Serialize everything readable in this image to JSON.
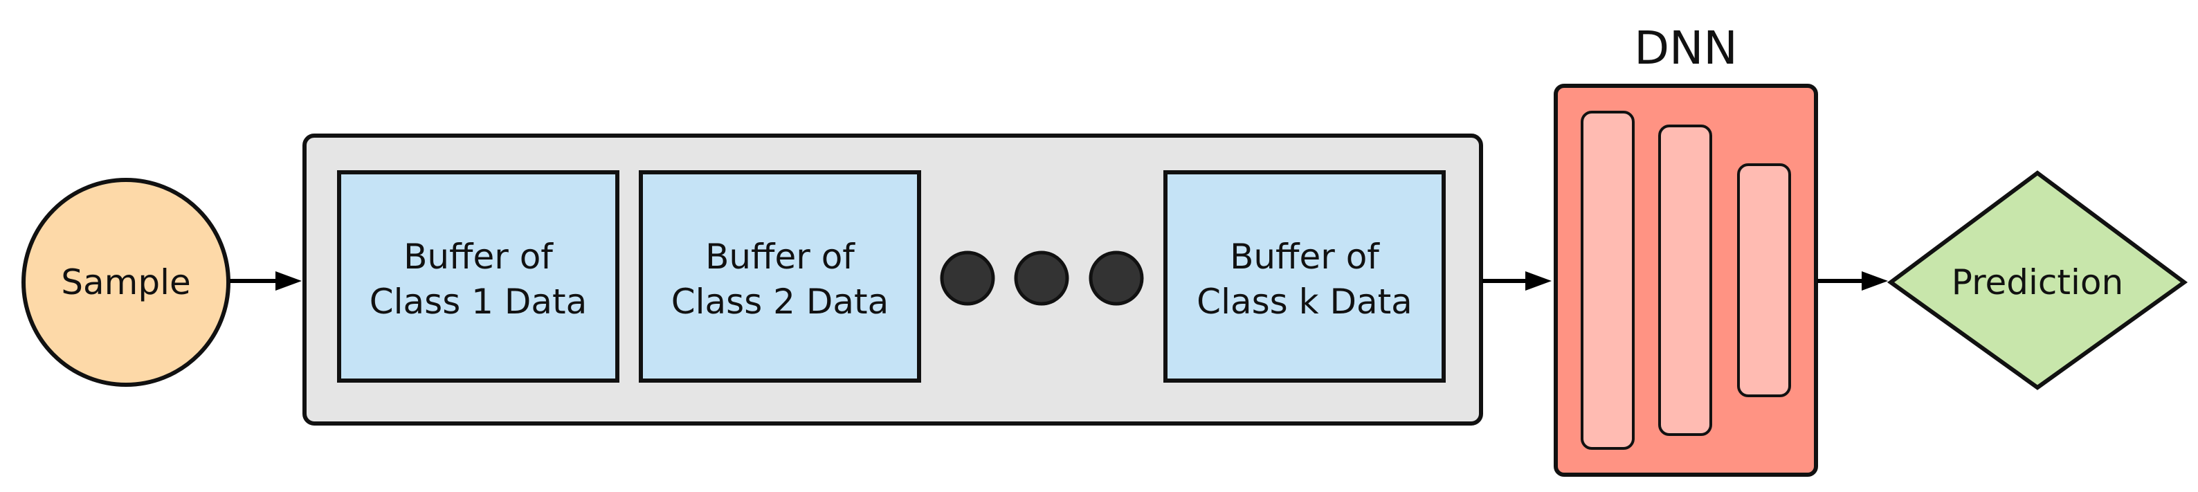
{
  "nodes": {
    "sample": {
      "label": "Sample",
      "color": "#FDD9A8"
    },
    "buffer_container": {
      "color": "#E5E5E5"
    },
    "buffers": [
      {
        "line1": "Buffer of",
        "line2": "Class 1 Data"
      },
      {
        "line1": "Buffer of",
        "line2": "Class 2 Data"
      },
      {
        "line1": "Buffer of",
        "line2": "Class k Data"
      }
    ],
    "buffer_color": "#C5E3F6",
    "ellipsis_color": "#333333",
    "dnn": {
      "title": "DNN",
      "color": "#FF9383",
      "layer_color": "#FFBBB2"
    },
    "prediction": {
      "label": "Prediction",
      "color": "#C8E6AB"
    }
  }
}
